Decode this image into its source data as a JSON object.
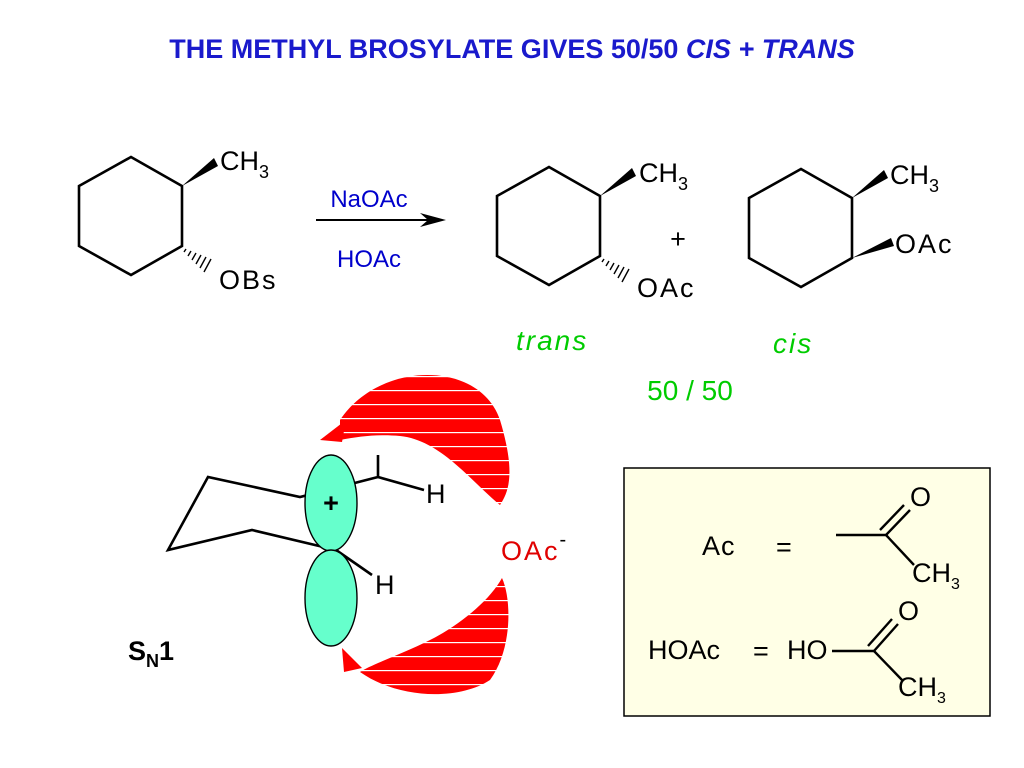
{
  "title": {
    "main": "THE METHYL BROSYLATE GIVES 50/50 ",
    "italic": "CIS + TRANS"
  },
  "colors": {
    "title": "#1a1acc",
    "green": "#00cc00",
    "red": "#ff0000",
    "blue": "#0000cc",
    "lobe": "#66ffcc",
    "box_bg": "#ffffe6"
  },
  "reactant": {
    "methyl": "CH",
    "methyl_sub": "3",
    "leaving_group": "OBs"
  },
  "reagents": {
    "top": "NaOAc",
    "bottom": "HOAc"
  },
  "trans_product": {
    "methyl": "CH",
    "methyl_sub": "3",
    "substituent": "OAc",
    "label": "trans"
  },
  "plus": "+",
  "cis_product": {
    "methyl": "CH",
    "methyl_sub": "3",
    "substituent": "OAc",
    "label": "cis"
  },
  "ratio": "50 / 50",
  "mechanism": {
    "cation_sign": "+",
    "h_top": "H",
    "h_bottom": "H",
    "nucleophile": "OAc",
    "nucleophile_charge": "-",
    "label_main": "S",
    "label_sub": "N",
    "label_num": "1"
  },
  "legend": {
    "ac_label": "Ac",
    "equals": "=",
    "ac_o": "O",
    "ac_ch3": "CH",
    "ac_ch3_sub": "3",
    "hoac_label": "HOAc",
    "hoac_equals": "=",
    "hoac_ho": "HO",
    "hoac_o": "O",
    "hoac_ch3": "CH",
    "hoac_ch3_sub": "3"
  }
}
